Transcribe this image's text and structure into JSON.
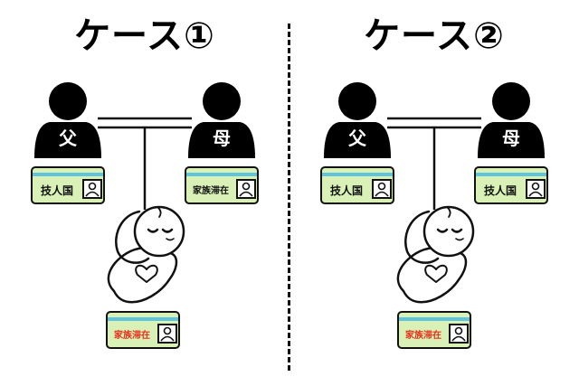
{
  "cases": [
    {
      "title": "ケース①",
      "father": {
        "label": "父",
        "card": {
          "text": "技人国",
          "text_color": "#111111"
        }
      },
      "mother": {
        "label": "母",
        "card": {
          "text": "家族滞在",
          "text_color": "#111111"
        }
      },
      "child": {
        "card": {
          "text": "家族滞在",
          "text_color": "#e8301c"
        }
      }
    },
    {
      "title": "ケース②",
      "father": {
        "label": "父",
        "card": {
          "text": "技人国",
          "text_color": "#111111"
        }
      },
      "mother": {
        "label": "母",
        "card": {
          "text": "技人国",
          "text_color": "#111111"
        }
      },
      "child": {
        "card": {
          "text": "家族滞在",
          "text_color": "#e8301c"
        }
      }
    }
  ],
  "colors": {
    "card_fill": "#d9f1b6",
    "card_stripe": "#5fc5de",
    "card_border": "#111111",
    "person": "#000000"
  },
  "icons": {
    "person": "person-silhouette-icon",
    "baby": "swaddled-baby-icon",
    "portrait": "id-portrait-icon"
  }
}
